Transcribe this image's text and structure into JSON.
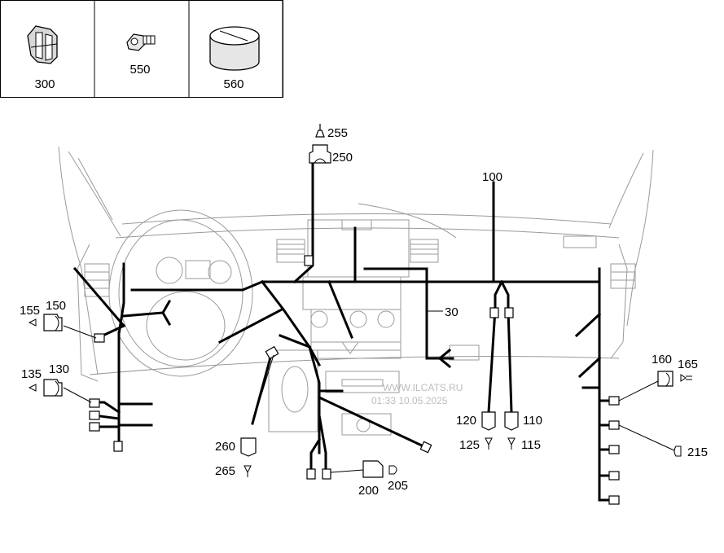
{
  "parts_table": [
    {
      "number": "300",
      "icon": "clip-icon"
    },
    {
      "number": "550",
      "icon": "screw-fastener-icon"
    },
    {
      "number": "560",
      "icon": "cylinder-icon"
    }
  ],
  "callouts": {
    "c255": "255",
    "c250": "250",
    "c100": "100",
    "c30": "30",
    "c155": "155",
    "c150": "150",
    "c135": "135",
    "c130": "130",
    "c160": "160",
    "c165": "165",
    "c120": "120",
    "c110": "110",
    "c125": "125",
    "c115": "115",
    "c260": "260",
    "c265": "265",
    "c200": "200",
    "c205": "205",
    "c215": "215"
  },
  "watermark": {
    "line1": "WWW.ILCATS.RU",
    "line2": "01:33 10.05.2025"
  }
}
